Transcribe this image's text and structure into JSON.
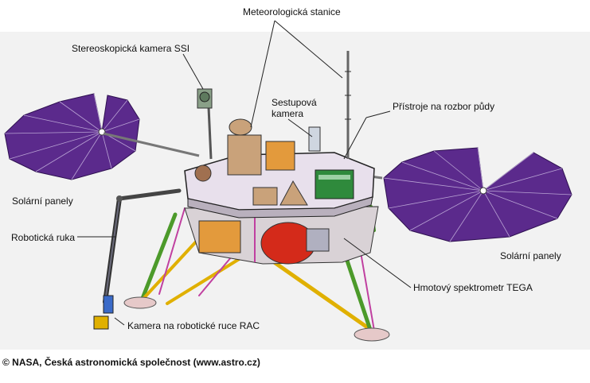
{
  "labels": {
    "meteo": "Meteorologická stanice",
    "ssi": "Stereoskopická kamera SSI",
    "descent": "Sestupová kamera",
    "soil": "Přístroje na rozbor půdy",
    "solar_left": "Solární panely",
    "solar_right": "Solární panely",
    "arm": "Robotická ruka",
    "tega": "Hmotový spektrometr TEGA",
    "rac": "Kamera na robotické ruce RAC"
  },
  "credit": "© NASA, Česká astronomická společnost (www.astro.cz)",
  "colors": {
    "solar_panel": "#5b2a8c",
    "panel_rib": "#b9a3d4",
    "leg_green": "#4c9a2a",
    "leg_yellow": "#e0b000",
    "strut_magenta": "#c040a0",
    "deck_orange": "#e39a3c",
    "tega_red": "#d42a1a",
    "instrument_green": "#2f8a3c",
    "box_tan": "#c9a27a"
  }
}
